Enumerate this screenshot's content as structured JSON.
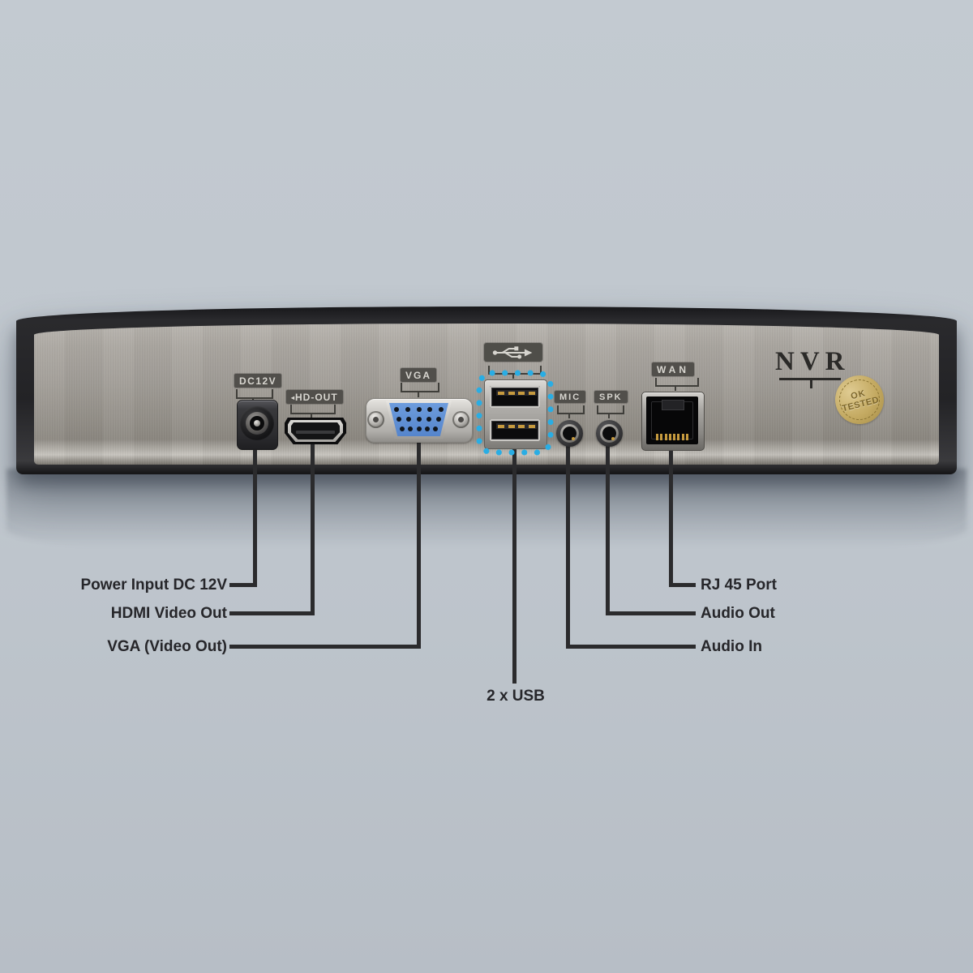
{
  "device": {
    "brand": "NVR",
    "port_labels": {
      "dc": "DC12V",
      "hdmi": "HD-OUT",
      "hdmi_marker": "◂",
      "vga": "VGA",
      "mic": "MIC",
      "spk": "SPK",
      "wan": "WAN"
    },
    "sticker": {
      "line1": "OK",
      "line2": "TESTED"
    }
  },
  "callouts": {
    "left": [
      {
        "text": "Power Input DC 12V"
      },
      {
        "text": "HDMI Video Out"
      },
      {
        "text": "VGA (Video Out)"
      }
    ],
    "right": [
      {
        "text": "RJ 45 Port"
      },
      {
        "text": "Audio Out"
      },
      {
        "text": "Audio In"
      }
    ],
    "bottom": [
      {
        "text": "2 x USB"
      }
    ]
  },
  "colors": {
    "background": "#c0c7ce",
    "callout_line": "#2b2b2d",
    "callout_text": "#26262a",
    "usb_highlight_blue": "#29ade4",
    "vga_blue": "#5e90d6",
    "sticker_gold": "#c4aa62",
    "metal_panel": "#a29e98"
  }
}
